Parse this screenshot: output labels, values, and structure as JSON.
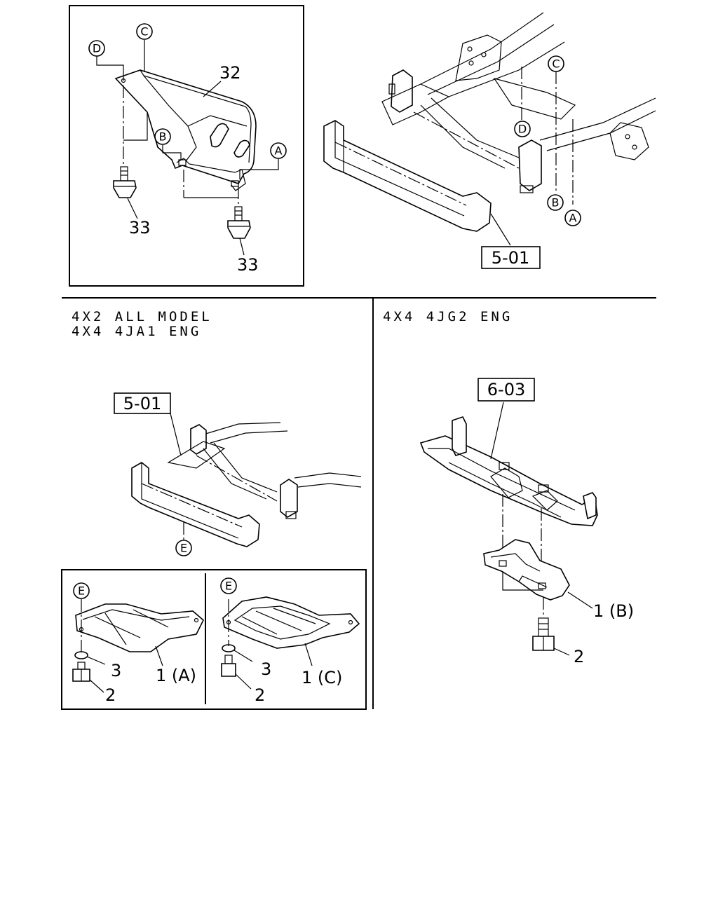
{
  "sections": {
    "left_header_line1": "4X2 ALL MODEL",
    "left_header_line2": "4X4 4JA1 ENG",
    "right_header": "4X4 4JG2 ENG"
  },
  "callouts": {
    "A": "A",
    "B": "B",
    "C": "C",
    "D": "D",
    "E": "E"
  },
  "part_numbers": {
    "p32": "32",
    "p33": "33",
    "p1a": "1 (A)",
    "p1b": "1 (B)",
    "p1c": "1 (C)",
    "p2": "2",
    "p3": "3"
  },
  "references": {
    "ref_501": "5-01",
    "ref_603": "6-03"
  }
}
